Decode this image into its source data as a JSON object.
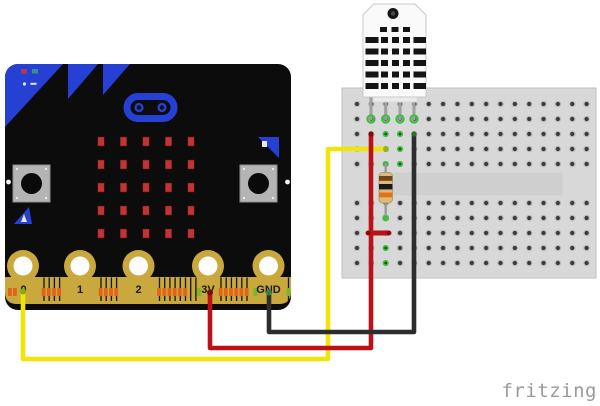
{
  "watermark": {
    "label": "fritzing",
    "color": "#9a9a9a"
  },
  "microbit": {
    "name": "micro:bit board",
    "pin_labels": [
      "0",
      "1",
      "2",
      "3V",
      "GND"
    ],
    "led_matrix": {
      "rows": 5,
      "cols": 5
    },
    "colors": {
      "board": "#0c0c0c",
      "accent_blue": "#2640d4",
      "connector_gold": "#c9a83d",
      "led_red": "#c13434",
      "button_gray": "#b4b4b4"
    }
  },
  "breadboard": {
    "name": "breadboard",
    "hole_columns": 17,
    "hole_rows_per_half": 5,
    "body_color": "#d8d8d8",
    "connection_highlight_color": "#3fbf3f"
  },
  "dht22": {
    "name": "DHT22 temperature-humidity sensor",
    "pins": 4,
    "body_color": "#fafafa"
  },
  "resistor": {
    "name": "pull-up resistor",
    "band_colors": [
      "brown",
      "black",
      "orange"
    ],
    "body_color": "#d9b97e"
  },
  "wires": [
    {
      "name": "signal-wire-yellow",
      "color": "#f0e409",
      "from": "microbit pin 0",
      "to": "DHT22 data column"
    },
    {
      "name": "power-wire-red",
      "color": "#bc1117",
      "from": "microbit pin 3V",
      "to": "DHT22 VCC column"
    },
    {
      "name": "ground-wire-black",
      "color": "#2d2d2d",
      "from": "microbit pin GND",
      "to": "DHT22 GND column"
    },
    {
      "name": "red-jumper",
      "color": "#bc1117",
      "from": "power column",
      "to": "resistor column"
    }
  ]
}
